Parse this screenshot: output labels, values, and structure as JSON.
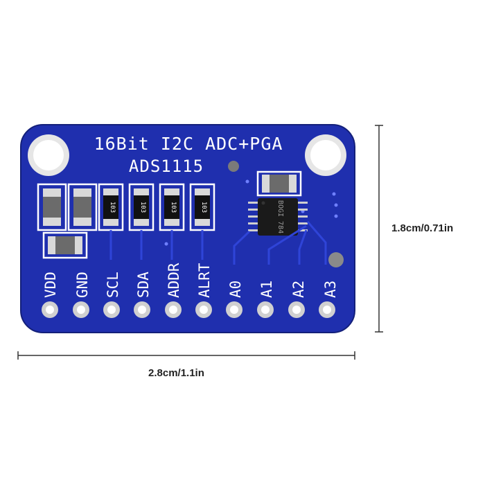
{
  "board": {
    "title": "16Bit I2C ADC+PGA",
    "part": "ADS1115",
    "colors": {
      "pcb": "#1f2fae",
      "silk": "#ffffff",
      "pad": "#d9d9d9",
      "chip": "#1a1a1a"
    },
    "resistor_marking": "103",
    "chip_marking": "BOGI 784",
    "pins": [
      "VDD",
      "GND",
      "SCL",
      "SDA",
      "ADDR",
      "ALRT",
      "A0",
      "A1",
      "A2",
      "A3"
    ]
  },
  "dimensions": {
    "width_label": "2.8cm/1.1in",
    "height_label": "1.8cm/0.71in"
  }
}
